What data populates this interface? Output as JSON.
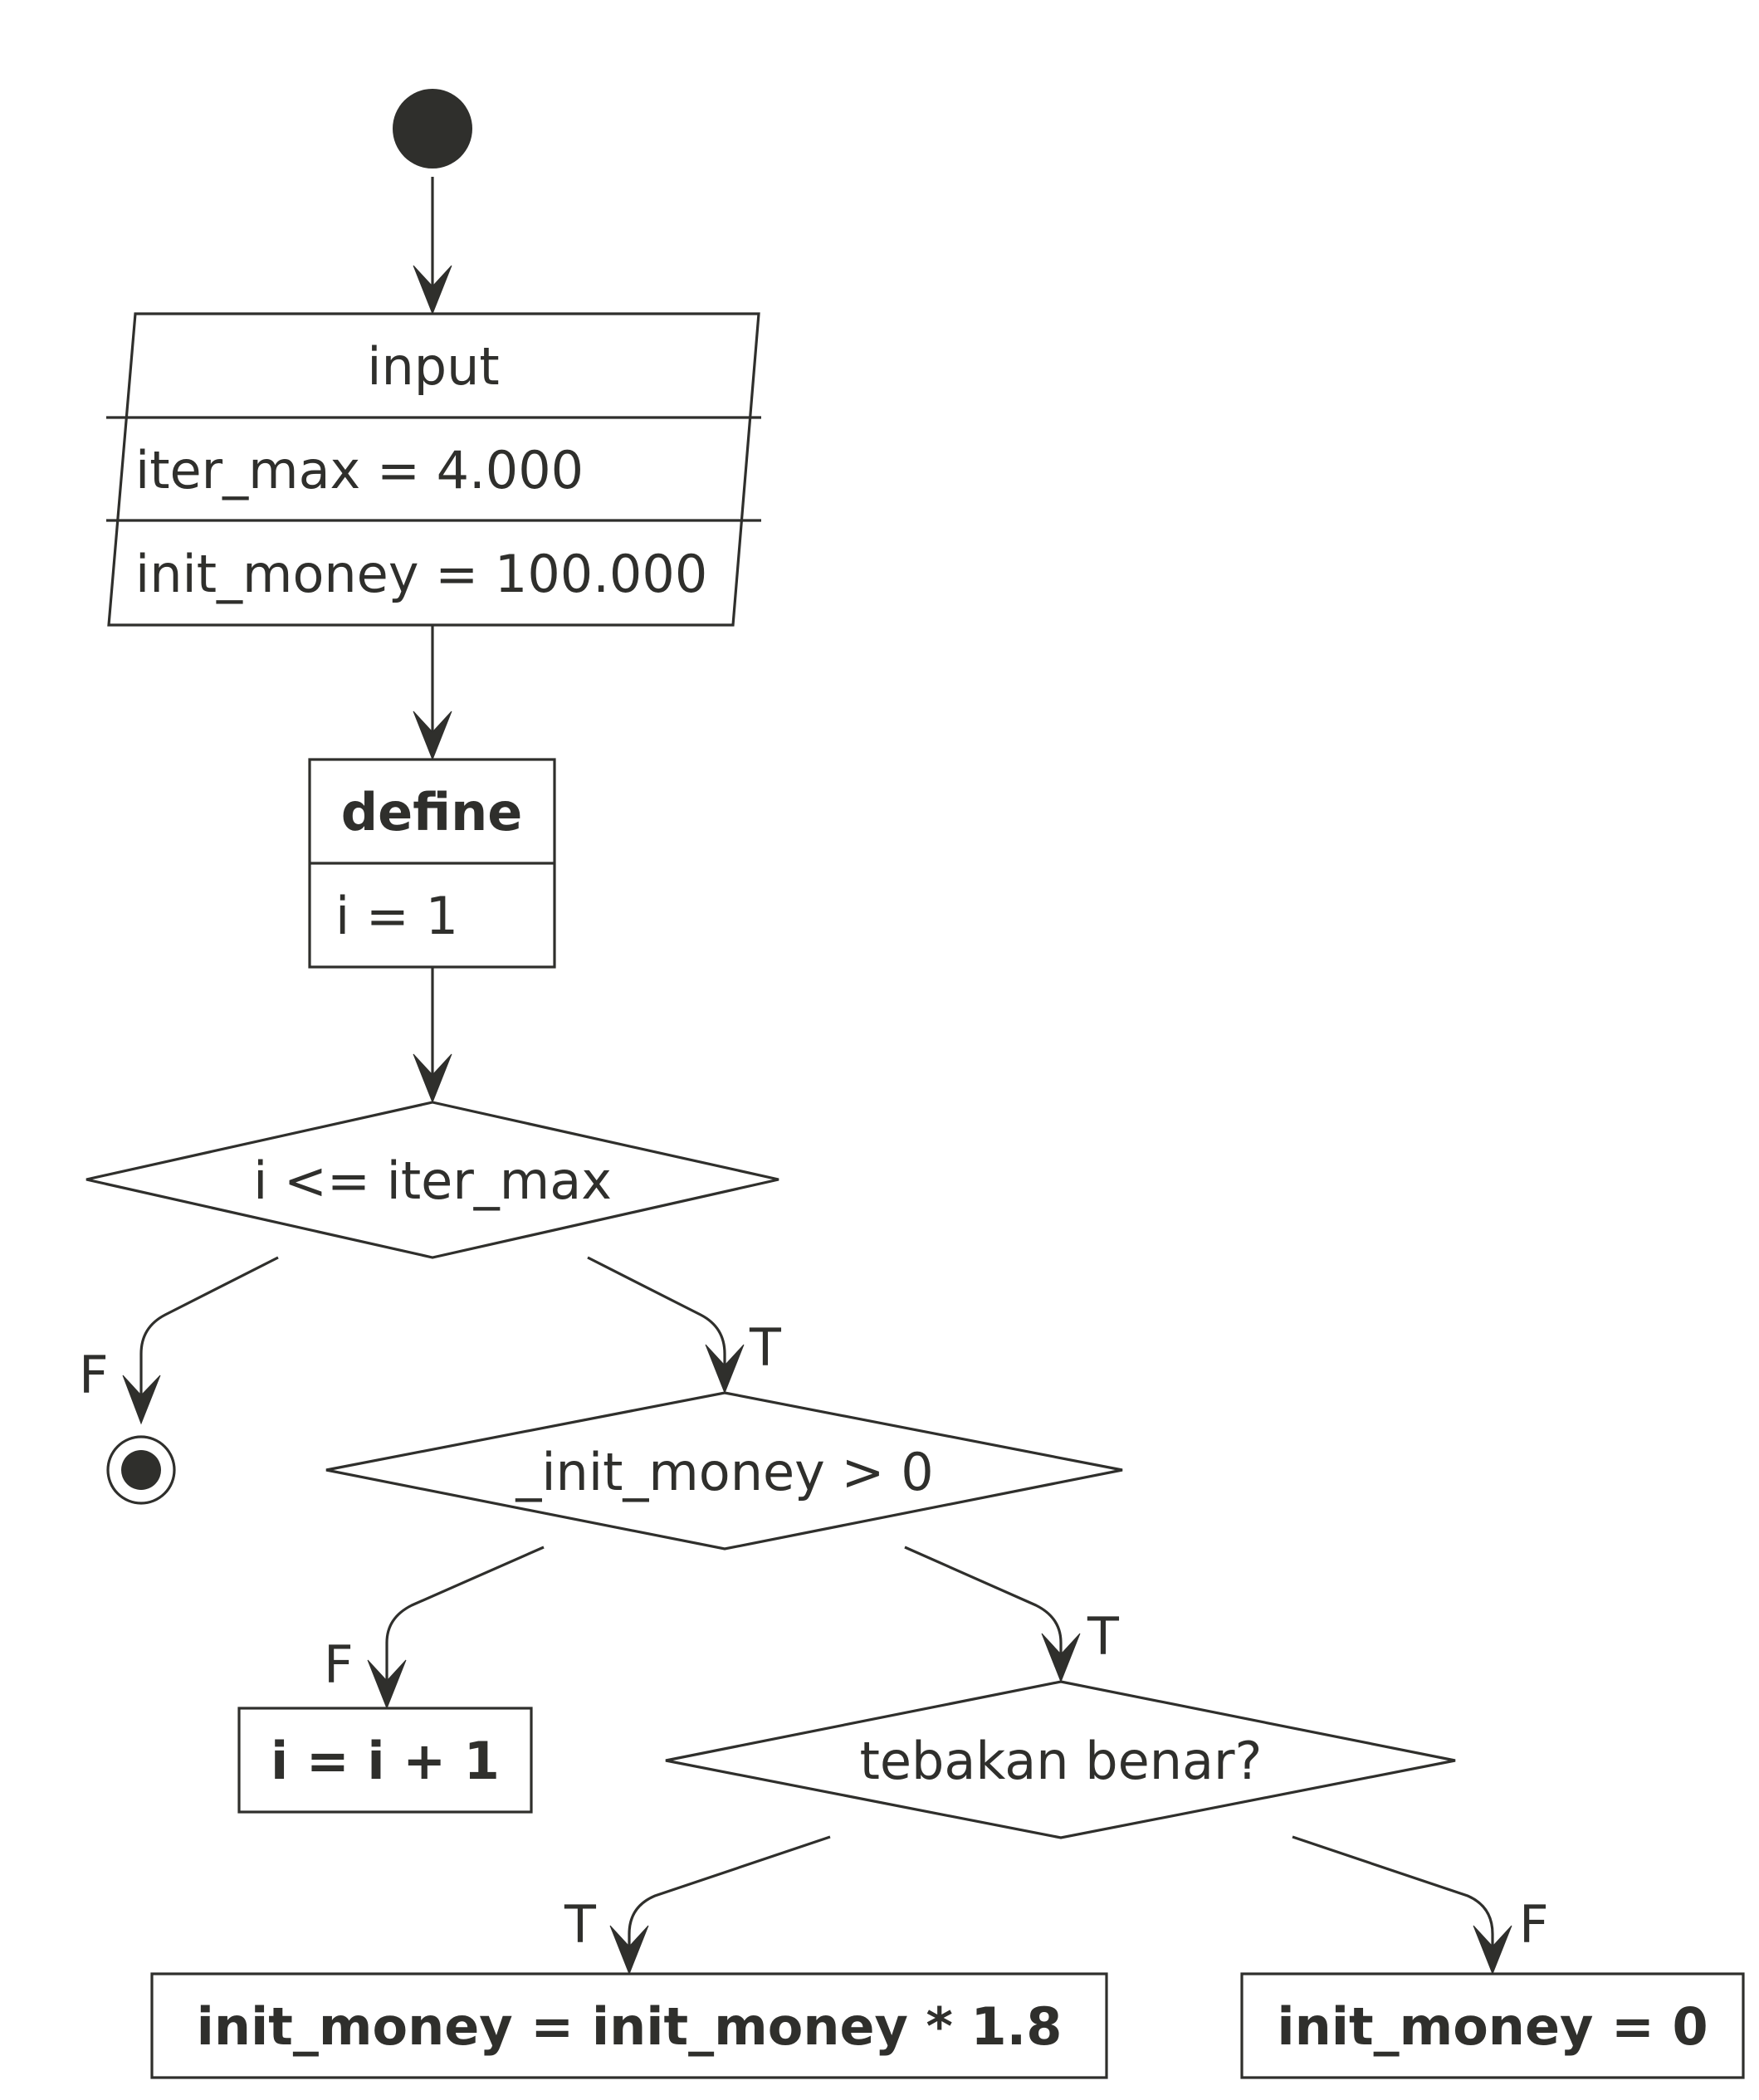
{
  "diagram": {
    "input_box": {
      "title": "input",
      "line1": "iter_max = 4.000",
      "line2": "init_money = 100.000"
    },
    "define_box": {
      "title": "define",
      "line1": "i = 1"
    },
    "decision_loop": {
      "label": "i <= iter_max",
      "false_label": "F",
      "true_label": "T"
    },
    "decision_money": {
      "label": "_init_money > 0",
      "false_label": "F",
      "true_label": "T"
    },
    "increment_box": {
      "label": "i = i + 1"
    },
    "decision_guess": {
      "label": "tebakan benar?",
      "true_label": "T",
      "false_label": "F"
    },
    "multiply_box": {
      "label": "init_money = init_money * 1.8"
    },
    "zero_box": {
      "label": "init_money = 0"
    },
    "colors": {
      "line": "#2f2f2c",
      "fill": "#ffffff"
    }
  }
}
